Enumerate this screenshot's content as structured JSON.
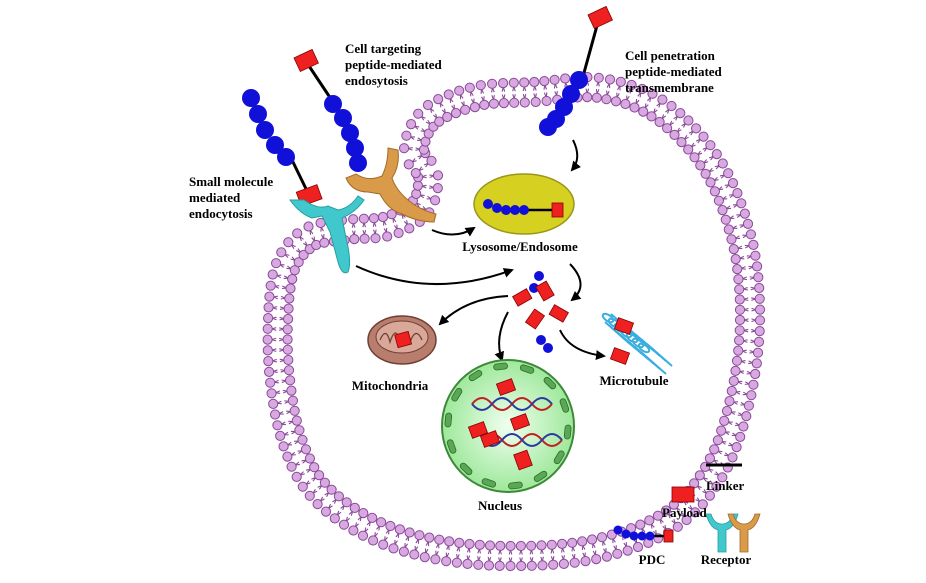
{
  "labels": {
    "cell_targeting": [
      "Cell targeting",
      "peptide-mediated",
      "endosytosis"
    ],
    "cell_penetration": [
      "Cell penetration",
      "peptide-mediated",
      "transmembrane"
    ],
    "small_molecule": [
      "Small molecule",
      "mediated",
      "endocytosis"
    ],
    "lysosome": "Lysosome/Endosome",
    "mitochondria": "Mitochondria",
    "microtubule": "Microtubule",
    "nucleus": "Nucleus"
  },
  "legend": {
    "linker": "Linker",
    "payload": "Payload",
    "pdc": "PDC",
    "receptor": "Receptor"
  },
  "colors": {
    "membrane_head": "#d8a8e0",
    "membrane_stroke": "#8a4a99",
    "peptide": "#1010d8",
    "payload": "#ee2020",
    "receptor_cyan": "#40c8cc",
    "receptor_orange": "#d99a4a",
    "lysosome": "#d6d020",
    "mitochondria": "#b97d6e",
    "nucleus": "#aef0a8",
    "microtubule": "#3aaee0"
  }
}
